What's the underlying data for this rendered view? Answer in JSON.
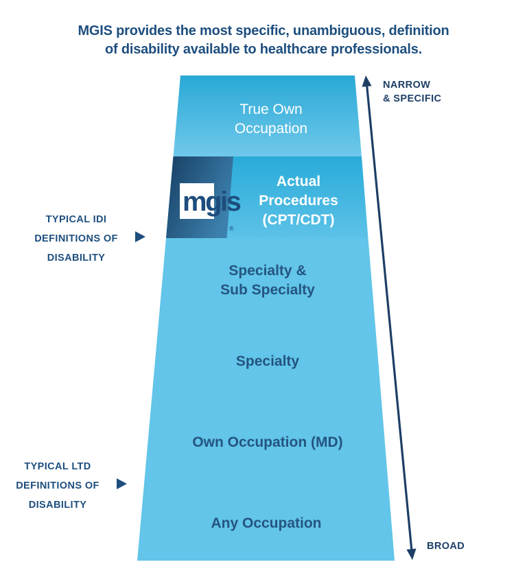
{
  "title": {
    "line1": "MGIS provides the most specific, unambiguous, definition",
    "line2": "of disability available to healthcare professionals."
  },
  "funnel_levels": {
    "true_own": {
      "line1": "True Own",
      "line2": "Occupation"
    },
    "actual_procedures": {
      "line1": "Actual",
      "line2": "Procedures",
      "line3": "(CPT/CDT)"
    },
    "specialty_sub": {
      "line1": "Specialty &",
      "line2": "Sub Specialty"
    },
    "specialty": {
      "label": "Specialty"
    },
    "own_occupation": {
      "label": "Own Occupation (MD)"
    },
    "any_occupation": {
      "label": "Any Occupation"
    }
  },
  "logo": {
    "wordmark": "mgis",
    "registered": "®"
  },
  "left_annotations": {
    "idi": {
      "line1": "TYPICAL IDI",
      "line2": "DEFINITIONS OF",
      "line3": "DISABILITY"
    },
    "ltd": {
      "line1": "TYPICAL LTD",
      "line2": "DEFINITIONS OF",
      "line3": "DISABILITY"
    }
  },
  "axis": {
    "top": {
      "line1": "NARROW",
      "line2": "& SPECIFIC"
    },
    "bottom": {
      "label": "BROAD"
    }
  },
  "colors": {
    "navy_text": "#1d4e7e",
    "arrow_navy": "#1d3f66",
    "funnel_text_navy": "#245580",
    "section1_top": "#29a9d6",
    "section1_bottom": "#70c8eb",
    "section2_top": "#29abd9",
    "section2_bottom": "#5dc2e7",
    "dark_block_left": "#173e63",
    "dark_block_right": "#3c80ad",
    "section3_fill": "#62c5e9",
    "logo_bg": "#ffffff"
  }
}
